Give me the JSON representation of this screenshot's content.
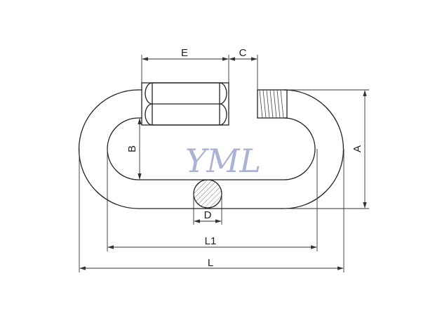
{
  "diagram": {
    "labels": {
      "E": "E",
      "C": "C",
      "A": "A",
      "B": "B",
      "D": "D",
      "L1": "L1",
      "L": "L"
    },
    "watermark": "YML",
    "colors": {
      "line": "#222222",
      "watermark": "#9ea5cf"
    }
  }
}
